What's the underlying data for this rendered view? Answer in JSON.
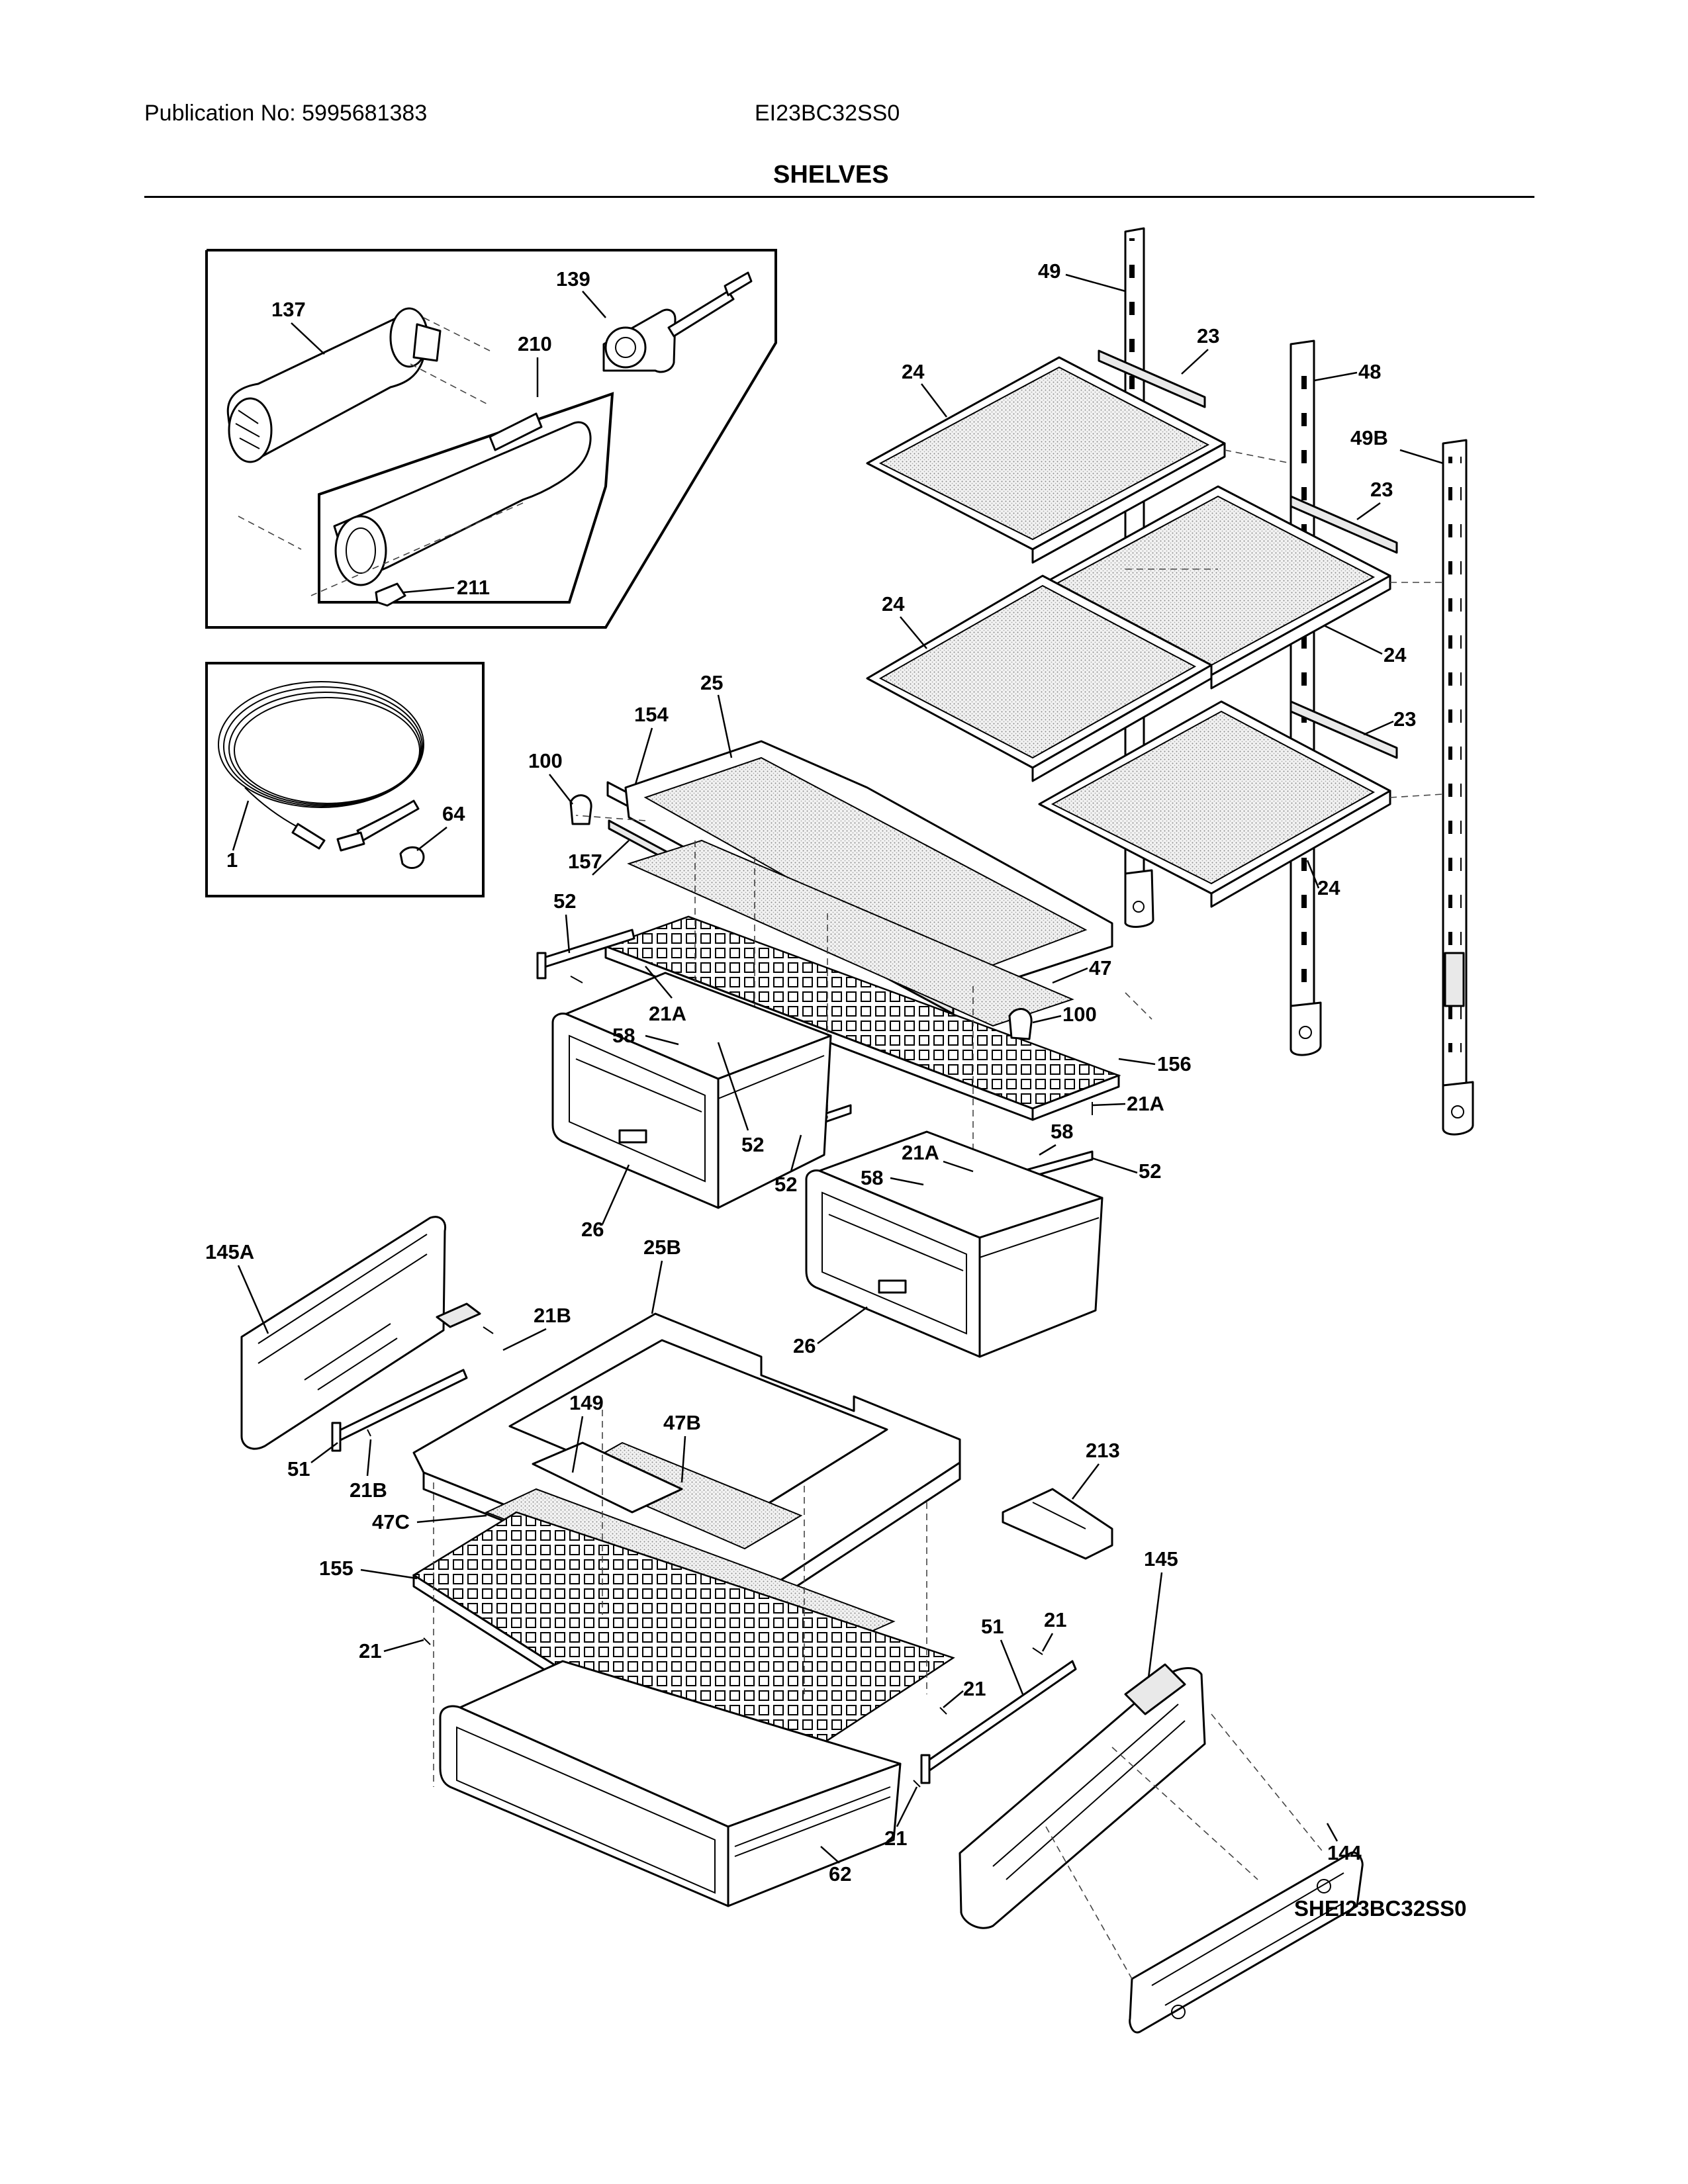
{
  "header": {
    "publication_label": "Publication No: 5995681383",
    "model": "EI23BC32SS0",
    "section_title": "SHELVES"
  },
  "diagram_code": "SHEI23BC32SS0",
  "callouts": {
    "c137": "137",
    "c139": "139",
    "c210": "210",
    "c211": "211",
    "c1": "1",
    "c64": "64",
    "c49": "49",
    "c23a": "23",
    "c48": "48",
    "c24a": "24",
    "c49b": "49B",
    "c23b": "23",
    "c24b": "24",
    "c24c": "24",
    "c23c": "23",
    "c24d": "24",
    "c25": "25",
    "c154": "154",
    "c100a": "100",
    "c157": "157",
    "c52a": "52",
    "c47": "47",
    "c21a1": "21A",
    "c100b": "100",
    "c58a": "58",
    "c156": "156",
    "c21a2": "21A",
    "c52b": "52",
    "c58b": "58",
    "c21a3": "21A",
    "c52c": "52",
    "c58c": "58",
    "c52d": "52",
    "c26a": "26",
    "c145a": "145A",
    "c25b": "25B",
    "c21b1": "21B",
    "c26b": "26",
    "c149": "149",
    "c47b": "47B",
    "c51a": "51",
    "c21b2": "21B",
    "c213": "213",
    "c47c": "47C",
    "c145": "145",
    "c155": "155",
    "c51b": "51",
    "c21x1": "21",
    "c21x2": "21",
    "c21x3": "21",
    "c21x4": "21",
    "c62": "62",
    "c144": "144"
  }
}
